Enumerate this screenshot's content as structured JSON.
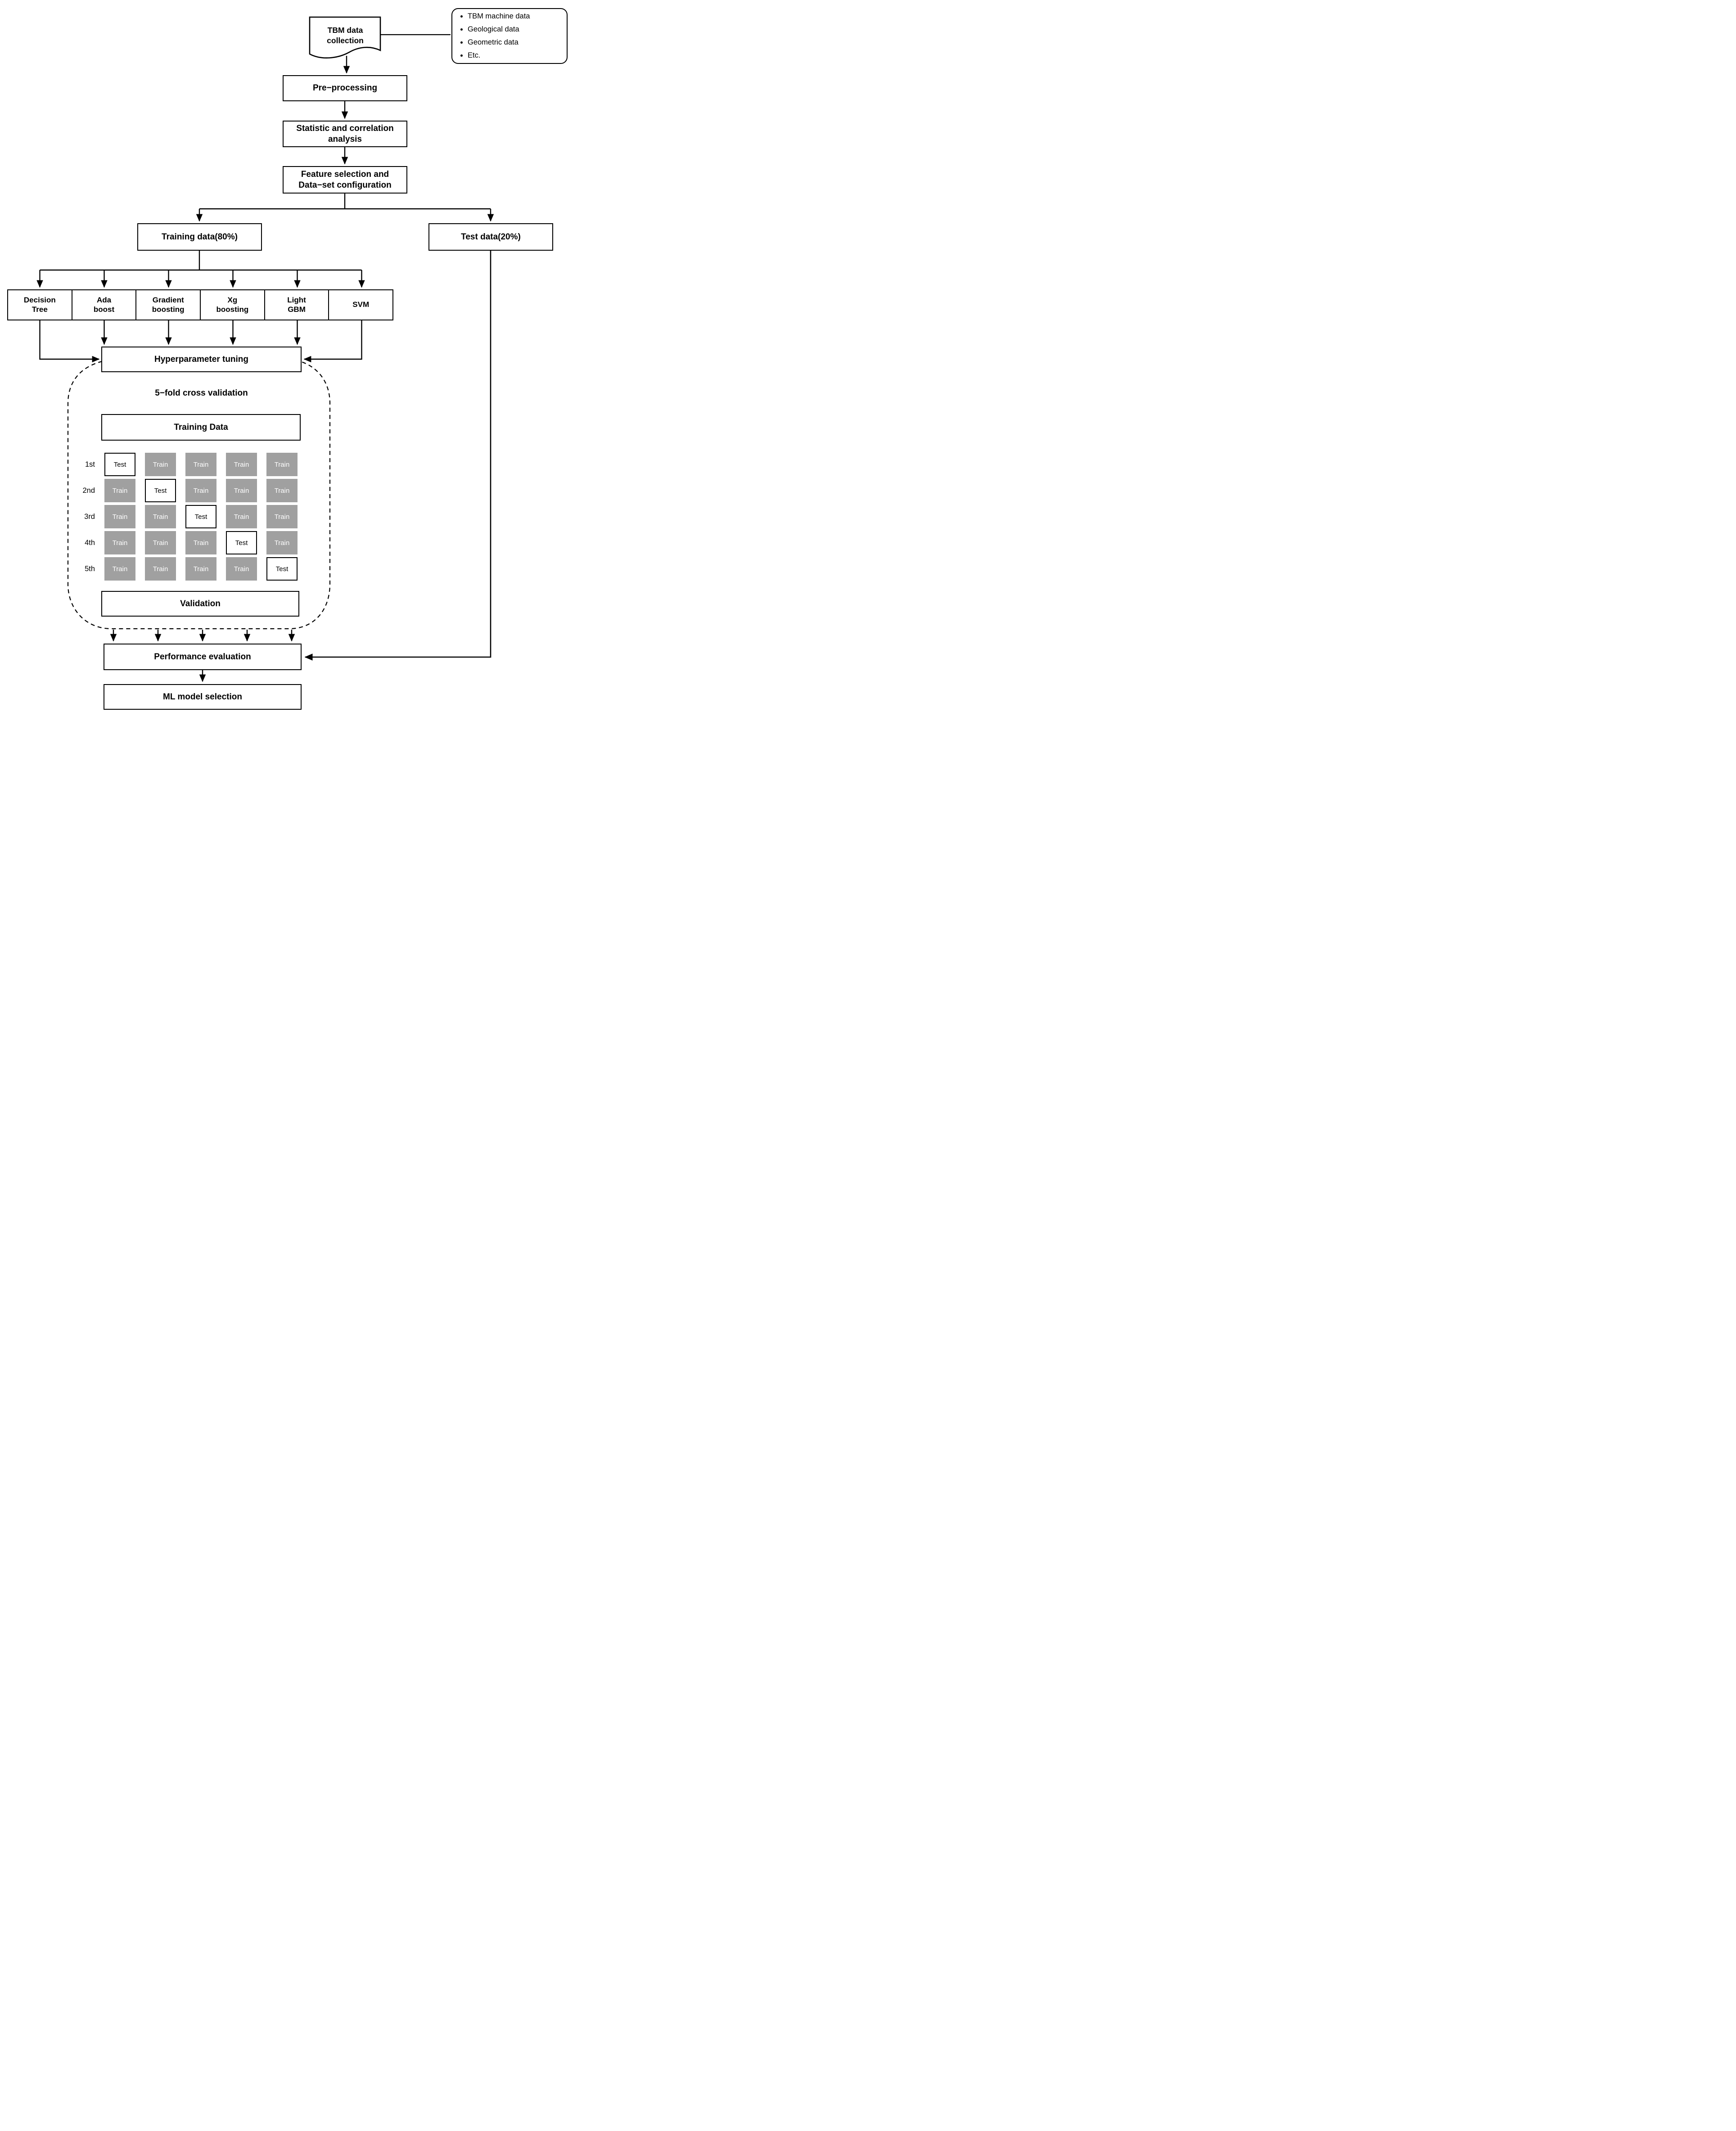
{
  "collection": {
    "label": "TBM data\ncollection"
  },
  "data_sources": {
    "items": [
      "TBM machine data",
      "Geological data",
      "Geometric data",
      "Etc."
    ]
  },
  "steps": {
    "preprocessing": "Pre−processing",
    "statistic": "Statistic and correlation\nanalysis",
    "feature": "Feature selection and\nData−set configuration",
    "training_data": "Training data(80%)",
    "test_data": "Test data(20%)",
    "hyperparameter": "Hyperparameter tuning",
    "performance": "Performance evaluation",
    "ml_selection": "ML model selection"
  },
  "models": {
    "items": [
      "Decision\nTree",
      "Ada\nboost",
      "Gradient\nboosting",
      "Xg\nboosting",
      "Light\nGBM",
      "SVM"
    ]
  },
  "cross_validation": {
    "title": "5−fold cross validation",
    "training_data_label": "Training Data",
    "validation_label": "Validation",
    "folds": [
      {
        "label": "1st",
        "cells": [
          "Test",
          "Train",
          "Train",
          "Train",
          "Train"
        ]
      },
      {
        "label": "2nd",
        "cells": [
          "Train",
          "Test",
          "Train",
          "Train",
          "Train"
        ]
      },
      {
        "label": "3rd",
        "cells": [
          "Train",
          "Train",
          "Test",
          "Train",
          "Train"
        ]
      },
      {
        "label": "4th",
        "cells": [
          "Train",
          "Train",
          "Train",
          "Test",
          "Train"
        ]
      },
      {
        "label": "5th",
        "cells": [
          "Train",
          "Train",
          "Train",
          "Train",
          "Test"
        ]
      }
    ]
  },
  "colors": {
    "line": "#000000",
    "box_border": "#000000",
    "train_cell_bg": "#a0a0a0",
    "train_cell_text": "#ffffff",
    "background": "#ffffff"
  }
}
